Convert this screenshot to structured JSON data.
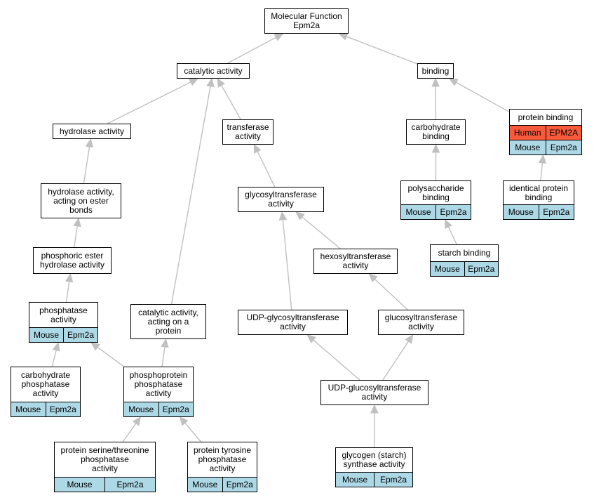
{
  "graph": {
    "nodes": {
      "molecular_function": {
        "title": "Molecular Function\nEpm2a"
      },
      "catalytic_activity": {
        "title": "catalytic activity"
      },
      "binding": {
        "title": "binding"
      },
      "hydrolase_activity": {
        "title": "hydrolase activity"
      },
      "transferase_activity": {
        "title": "transferase\nactivity"
      },
      "carbohydrate_binding": {
        "title": "carbohydrate\nbinding"
      },
      "protein_binding": {
        "title": "protein binding",
        "rows": [
          {
            "species": "Human",
            "gene": "EPM2A"
          },
          {
            "species": "Mouse",
            "gene": "Epm2a"
          }
        ]
      },
      "hydrolase_ester": {
        "title": "hydrolase activity,\nacting on ester\nbonds"
      },
      "glycosyltransferase": {
        "title": "glycosyltransferase\nactivity"
      },
      "polysaccharide_binding": {
        "title": "polysaccharide\nbinding",
        "rows": [
          {
            "species": "Mouse",
            "gene": "Epm2a"
          }
        ]
      },
      "identical_protein_binding": {
        "title": "identical protein\nbinding",
        "rows": [
          {
            "species": "Mouse",
            "gene": "Epm2a"
          }
        ]
      },
      "phosphoric_ester": {
        "title": "phosphoric ester\nhydrolase activity"
      },
      "hexosyltransferase": {
        "title": "hexosyltransferase\nactivity"
      },
      "starch_binding": {
        "title": "starch binding",
        "rows": [
          {
            "species": "Mouse",
            "gene": "Epm2a"
          }
        ]
      },
      "phosphatase": {
        "title": "phosphatase\nactivity",
        "rows": [
          {
            "species": "Mouse",
            "gene": "Epm2a"
          }
        ]
      },
      "catalytic_on_protein": {
        "title": "catalytic activity,\nacting on a\nprotein"
      },
      "udp_glycosyltransferase": {
        "title": "UDP-glycosyltransferase\nactivity"
      },
      "glucosyltransferase": {
        "title": "glucosyltransferase\nactivity"
      },
      "carbohydrate_phosphatase": {
        "title": "carbohydrate\nphosphatase\nactivity",
        "rows": [
          {
            "species": "Mouse",
            "gene": "Epm2a"
          }
        ]
      },
      "phosphoprotein_phosphatase": {
        "title": "phosphoprotein\nphosphatase\nactivity",
        "rows": [
          {
            "species": "Mouse",
            "gene": "Epm2a"
          }
        ]
      },
      "udp_glucosyltransferase": {
        "title": "UDP-glucosyltransferase\nactivity"
      },
      "ser_thr_phosphatase": {
        "title": "protein serine/threonine\nphosphatase\nactivity",
        "rows": [
          {
            "species": "Mouse",
            "gene": "Epm2a"
          }
        ]
      },
      "tyr_phosphatase": {
        "title": "protein tyrosine\nphosphatase\nactivity",
        "rows": [
          {
            "species": "Mouse",
            "gene": "Epm2a"
          }
        ]
      },
      "glycogen_synthase": {
        "title": "glycogen (starch)\nsynthase activity",
        "rows": [
          {
            "species": "Mouse",
            "gene": "Epm2a"
          }
        ]
      }
    },
    "edges": [
      {
        "from": "catalytic_activity",
        "to": "molecular_function"
      },
      {
        "from": "binding",
        "to": "molecular_function"
      },
      {
        "from": "hydrolase_activity",
        "to": "catalytic_activity"
      },
      {
        "from": "catalytic_on_protein",
        "to": "catalytic_activity"
      },
      {
        "from": "transferase_activity",
        "to": "catalytic_activity"
      },
      {
        "from": "carbohydrate_binding",
        "to": "binding"
      },
      {
        "from": "protein_binding",
        "to": "binding"
      },
      {
        "from": "hydrolase_ester",
        "to": "hydrolase_activity"
      },
      {
        "from": "phosphoric_ester",
        "to": "hydrolase_ester"
      },
      {
        "from": "phosphatase",
        "to": "phosphoric_ester"
      },
      {
        "from": "carbohydrate_phosphatase",
        "to": "phosphatase"
      },
      {
        "from": "phosphoprotein_phosphatase",
        "to": "phosphatase"
      },
      {
        "from": "phosphoprotein_phosphatase",
        "to": "catalytic_on_protein"
      },
      {
        "from": "ser_thr_phosphatase",
        "to": "phosphoprotein_phosphatase"
      },
      {
        "from": "tyr_phosphatase",
        "to": "phosphoprotein_phosphatase"
      },
      {
        "from": "glycosyltransferase",
        "to": "transferase_activity"
      },
      {
        "from": "udp_glycosyltransferase",
        "to": "glycosyltransferase"
      },
      {
        "from": "hexosyltransferase",
        "to": "glycosyltransferase"
      },
      {
        "from": "glucosyltransferase",
        "to": "hexosyltransferase"
      },
      {
        "from": "udp_glucosyltransferase",
        "to": "udp_glycosyltransferase"
      },
      {
        "from": "udp_glucosyltransferase",
        "to": "glucosyltransferase"
      },
      {
        "from": "glycogen_synthase",
        "to": "udp_glucosyltransferase"
      },
      {
        "from": "polysaccharide_binding",
        "to": "carbohydrate_binding"
      },
      {
        "from": "starch_binding",
        "to": "polysaccharide_binding"
      },
      {
        "from": "identical_protein_binding",
        "to": "protein_binding"
      }
    ]
  }
}
